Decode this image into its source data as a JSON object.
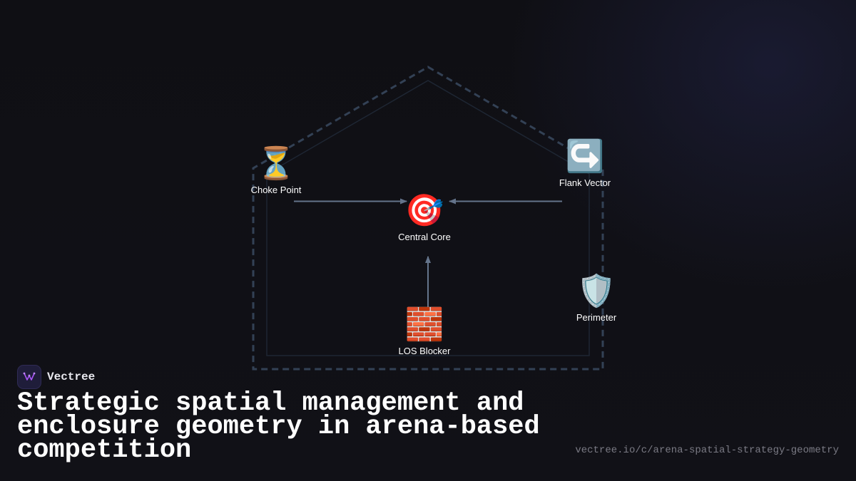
{
  "brand": {
    "name": "Vectree",
    "logo_icon": "vectree-logo-icon",
    "accent_color": "#a855f7"
  },
  "title": "Strategic spatial management and enclosure geometry in arena-based competition",
  "url": "vectree.io/c/arena-spatial-strategy-geometry",
  "diagram": {
    "outer_boundary": "dashed-pentagon",
    "inner_boundary": "solid-pentagon",
    "nodes": [
      {
        "id": "choke-point",
        "label": "Choke Point",
        "icon": "⏳",
        "icon_name": "hourglass-icon"
      },
      {
        "id": "flank-vector",
        "label": "Flank Vector",
        "icon": "↪️",
        "icon_name": "right-hook-arrow-icon"
      },
      {
        "id": "central-core",
        "label": "Central Core",
        "icon": "🎯",
        "icon_name": "target-icon"
      },
      {
        "id": "perimeter",
        "label": "Perimeter",
        "icon": "🛡️",
        "icon_name": "shield-icon"
      },
      {
        "id": "los-blocker",
        "label": "LOS Blocker",
        "icon": "🧱",
        "icon_name": "brick-wall-icon"
      }
    ],
    "edges": [
      {
        "from": "choke-point",
        "to": "central-core"
      },
      {
        "from": "flank-vector",
        "to": "central-core"
      },
      {
        "from": "los-blocker",
        "to": "central-core"
      }
    ],
    "colors": {
      "outer_stroke": "#334155",
      "inner_stroke": "#1e2633",
      "edge": "#64748b"
    }
  }
}
